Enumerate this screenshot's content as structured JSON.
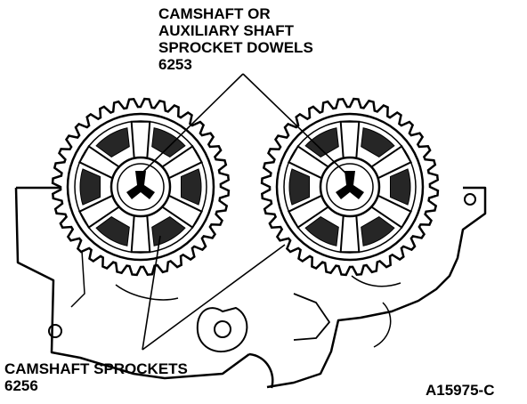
{
  "labels": {
    "dowels_line1": "CAMSHAFT OR",
    "dowels_line2": "AUXILIARY SHAFT",
    "dowels_line3": "SPROCKET DOWELS",
    "dowels_part": "6253",
    "sprockets_line1": "CAMSHAFT SPROCKETS",
    "sprockets_part": "6256",
    "figure_id": "A15975-C"
  },
  "colors": {
    "ink": "#000000",
    "paper": "#ffffff"
  }
}
